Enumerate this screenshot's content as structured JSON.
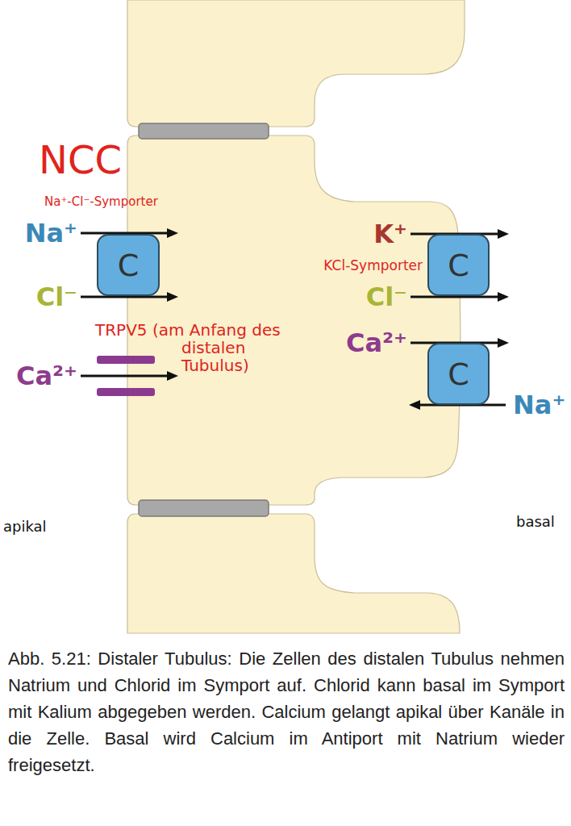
{
  "diagram": {
    "caption": "Abb. 5.21: Distaler Tubulus: Die Zellen des distalen Tubulus nehmen Natrium und Chlorid im Symport auf. Chlorid kann basal im Symport mit Kalium abgegeben werden. Calcium gelangt apikal über Kanäle in die Zelle. Basal wird Calcium im Antiport mit Natrium wieder freigesetzt.",
    "nodes": [
      {
        "text": [
          "C"
        ]
      },
      {
        "text": [
          "C"
        ]
      },
      {
        "text": [
          "C"
        ]
      }
    ],
    "labels": [
      "NCC",
      "Na⁺-Cl⁻-Symporter",
      "Na⁺",
      "K⁺",
      "KCl-Symporter",
      "Cl⁻",
      "Cl⁻",
      "TRPV5 (am Anfang des distalen Tubulus)",
      "Ca²⁺",
      "Ca²⁺",
      "Na⁺",
      "apikal",
      "basal"
    ]
  }
}
